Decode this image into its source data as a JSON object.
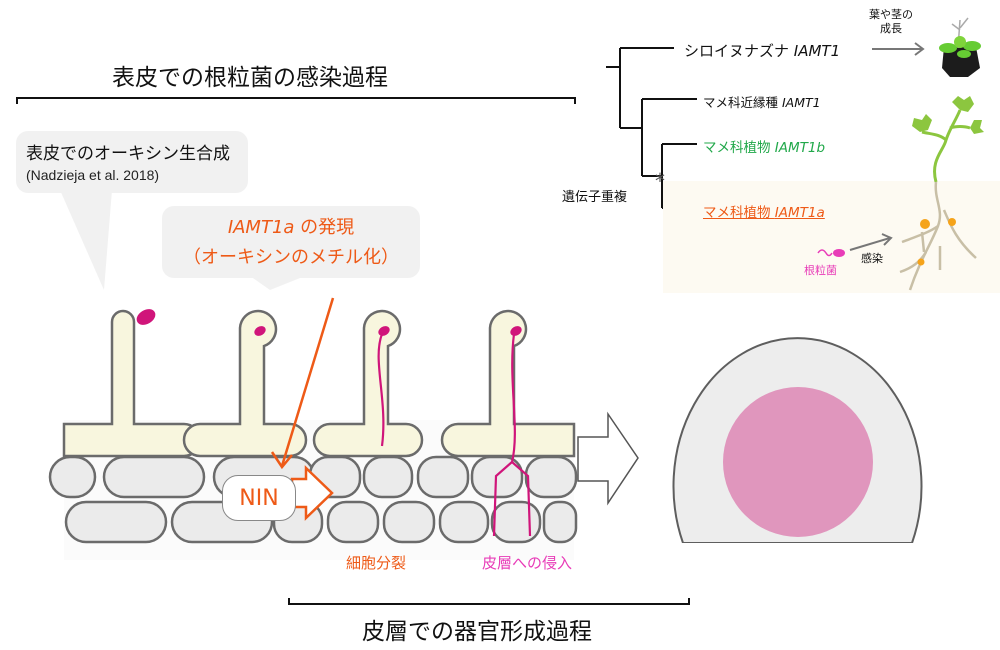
{
  "titles": {
    "epidermis_process": "表皮での根粒菌の感染過程",
    "cortex_process": "皮層での器官形成過程"
  },
  "callouts": {
    "auxin_biosynthesis": {
      "line1": "表皮でのオーキシン生合成",
      "line2": "(Nadzieja et al. 2018)"
    },
    "iamt1a_expression": {
      "gene": "IAMT1a",
      "line1_suffix": " の発現",
      "line2": "（オーキシンのメチル化）"
    }
  },
  "cells": {
    "nin_label": "NIN",
    "cell_division_label": "細胞分裂",
    "cortex_invasion_label": "皮層への侵入"
  },
  "tree": {
    "leaves": [
      {
        "name": "シロイヌナズナ ",
        "gene": "IAMT1",
        "color": "#111111"
      },
      {
        "name": "マメ科近縁種 ",
        "gene": "IAMT1",
        "color": "#111111"
      },
      {
        "name": "マメ科植物 ",
        "gene": "IAMT1b",
        "color": "#21a84a"
      },
      {
        "name": "マメ科植物 ",
        "gene": "IAMT1a",
        "color": "#ee5a17"
      }
    ],
    "duplication_label": "遺伝子重複",
    "growth_label_line1": "葉や茎の",
    "growth_label_line2": "成長",
    "rhizobia_label": "根粒菌",
    "infection_label": "感染"
  },
  "colors": {
    "orange": "#ee5a17",
    "magenta": "#e83cb8",
    "rhizobium": "#d0157a",
    "hair_fill": "#f8f6de",
    "cortex_fill": "#ebebeb",
    "nodule_primordium": "#e096bd",
    "green": "#21a84a",
    "cell_outline": "#6b6b6b"
  }
}
